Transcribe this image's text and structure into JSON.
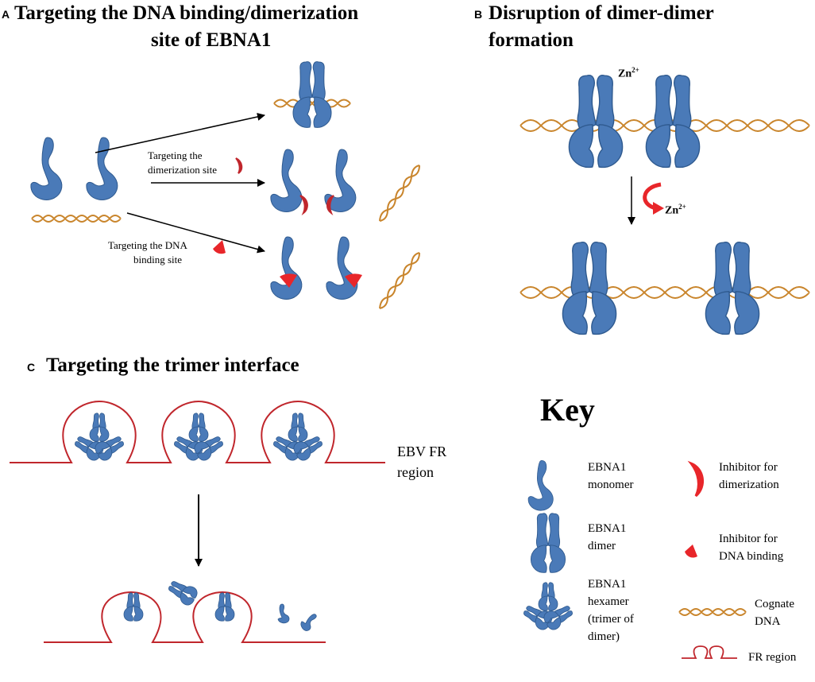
{
  "colors": {
    "protein": "#4a7ab8",
    "protein_edge": "#2f5a8f",
    "dna": "#c9852c",
    "inhibitor": "#e8262a",
    "fr": "#c0262c"
  },
  "panel_a": {
    "letter": "A",
    "title_line1": "Targeting the DNA binding/dimerization",
    "title_line2": "site of EBNA1",
    "label_dimer_line1": "Targeting the",
    "label_dimer_line2": "dimerization  site",
    "label_dna_line1": "Targeting the DNA",
    "label_dna_line2": "binding site"
  },
  "panel_b": {
    "letter": "B",
    "title_line1": "Disruption of dimer-dimer",
    "title_line2": "formation",
    "zn_top": "Zn",
    "zn_top_sup": "2+",
    "zn_mid": "Zn",
    "zn_mid_sup": "2+"
  },
  "panel_c": {
    "letter": "C",
    "title": "Targeting the trimer interface",
    "region_line1": "EBV FR",
    "region_line2": "region"
  },
  "key": {
    "title": "Key",
    "monomer_line1": "EBNA1",
    "monomer_line2": "monomer",
    "dimer_line1": "EBNA1",
    "dimer_line2": "dimer",
    "hexamer_line1": "EBNA1",
    "hexamer_line2": "hexamer",
    "hexamer_line3": "(trimer  of",
    "hexamer_line4": "dimer)",
    "inh_dimer_line1": "Inhibitor for",
    "inh_dimer_line2": "dimerization",
    "inh_dna_line1": "Inhibitor   for",
    "inh_dna_line2": "DNA binding",
    "dna_line1": "Cognate",
    "dna_line2": "DNA",
    "fr_line1": "FR region"
  }
}
